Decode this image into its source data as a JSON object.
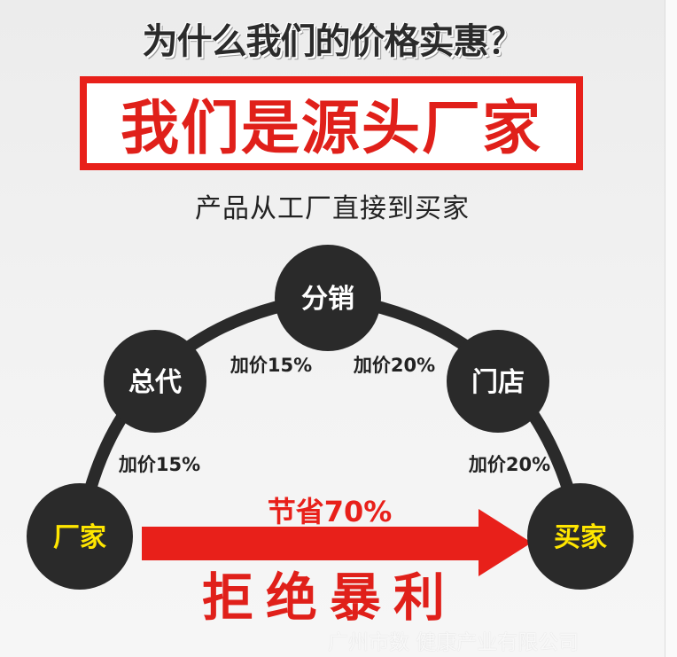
{
  "title": "为什么我们的价格实惠？",
  "headline": "我们是源头厂家",
  "subtitle": "产品从工厂直接到买家",
  "nodes": [
    {
      "label": "厂家",
      "color": "#ffe600"
    },
    {
      "label": "总代",
      "color": "#ffffff"
    },
    {
      "label": "分销",
      "color": "#ffffff"
    },
    {
      "label": "门店",
      "color": "#ffffff"
    },
    {
      "label": "买家",
      "color": "#ffe600"
    }
  ],
  "markups": [
    "加价15%",
    "加价15%",
    "加价20%",
    "加价20%"
  ],
  "savings": "节省70%",
  "slogan": "拒绝暴利",
  "watermark": "广州市数 健康产业有限公司",
  "colors": {
    "red": "#e8201a",
    "dark": "#2a2a2a",
    "yellow": "#ffe600"
  }
}
